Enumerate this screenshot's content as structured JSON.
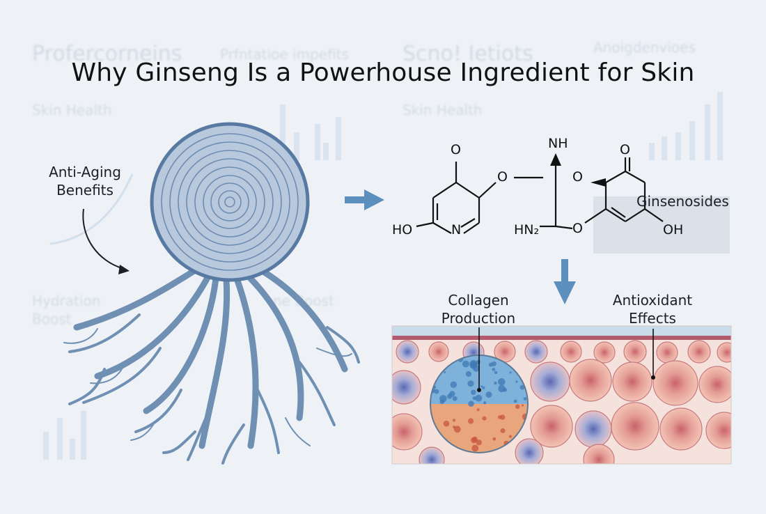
{
  "title": "Why Ginseng Is a Powerhouse Ingredient for Skin",
  "background_text": {
    "t1": "Profercorneins",
    "t2": "Prfntatioe impefits",
    "t3": "Scno! Ietiots",
    "t4": "Anoigdenvioes",
    "t5": "Skin Health",
    "t6": "Skin Health",
    "t7": "Hydration",
    "t8": "Boost",
    "t9": "ne Boost"
  },
  "labels": {
    "anti_aging_line1": "Anti-Aging",
    "anti_aging_line2": "Benefits",
    "ginsenosides": "Ginsenosides",
    "collagen_line1": "Collagen",
    "collagen_line2": "Production",
    "antioxidant_line1": "Antioxidant",
    "antioxidant_line2": "Effects"
  },
  "molecule": {
    "o_left": "O",
    "o_right": "O",
    "o_link": "O",
    "o_ring": "O",
    "o_ester": "O",
    "nh": "NH",
    "n": "N",
    "ho": "HO",
    "oh": "OH",
    "hn2": "HN₂"
  },
  "colors": {
    "root": "#6f8fb3",
    "arrow": "#5d8fbe",
    "skin_top": "#c9dce9",
    "cell": "#d98e88",
    "cell_blue": "#7b86c0",
    "magnifier_blue": "#7fb2da",
    "magnifier_orange": "#e9a57b"
  }
}
